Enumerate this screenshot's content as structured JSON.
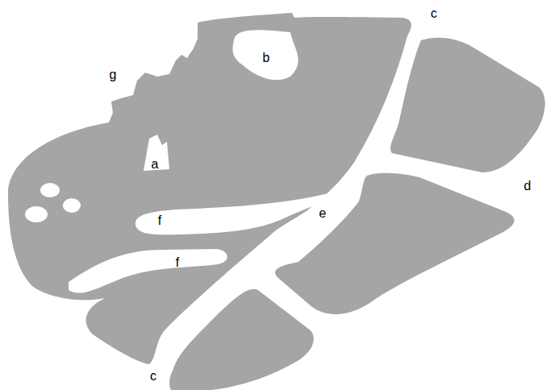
{
  "diagram": {
    "labels": [
      "c",
      "g",
      "b",
      "a",
      "d",
      "e",
      "f",
      "f",
      "c"
    ]
  }
}
